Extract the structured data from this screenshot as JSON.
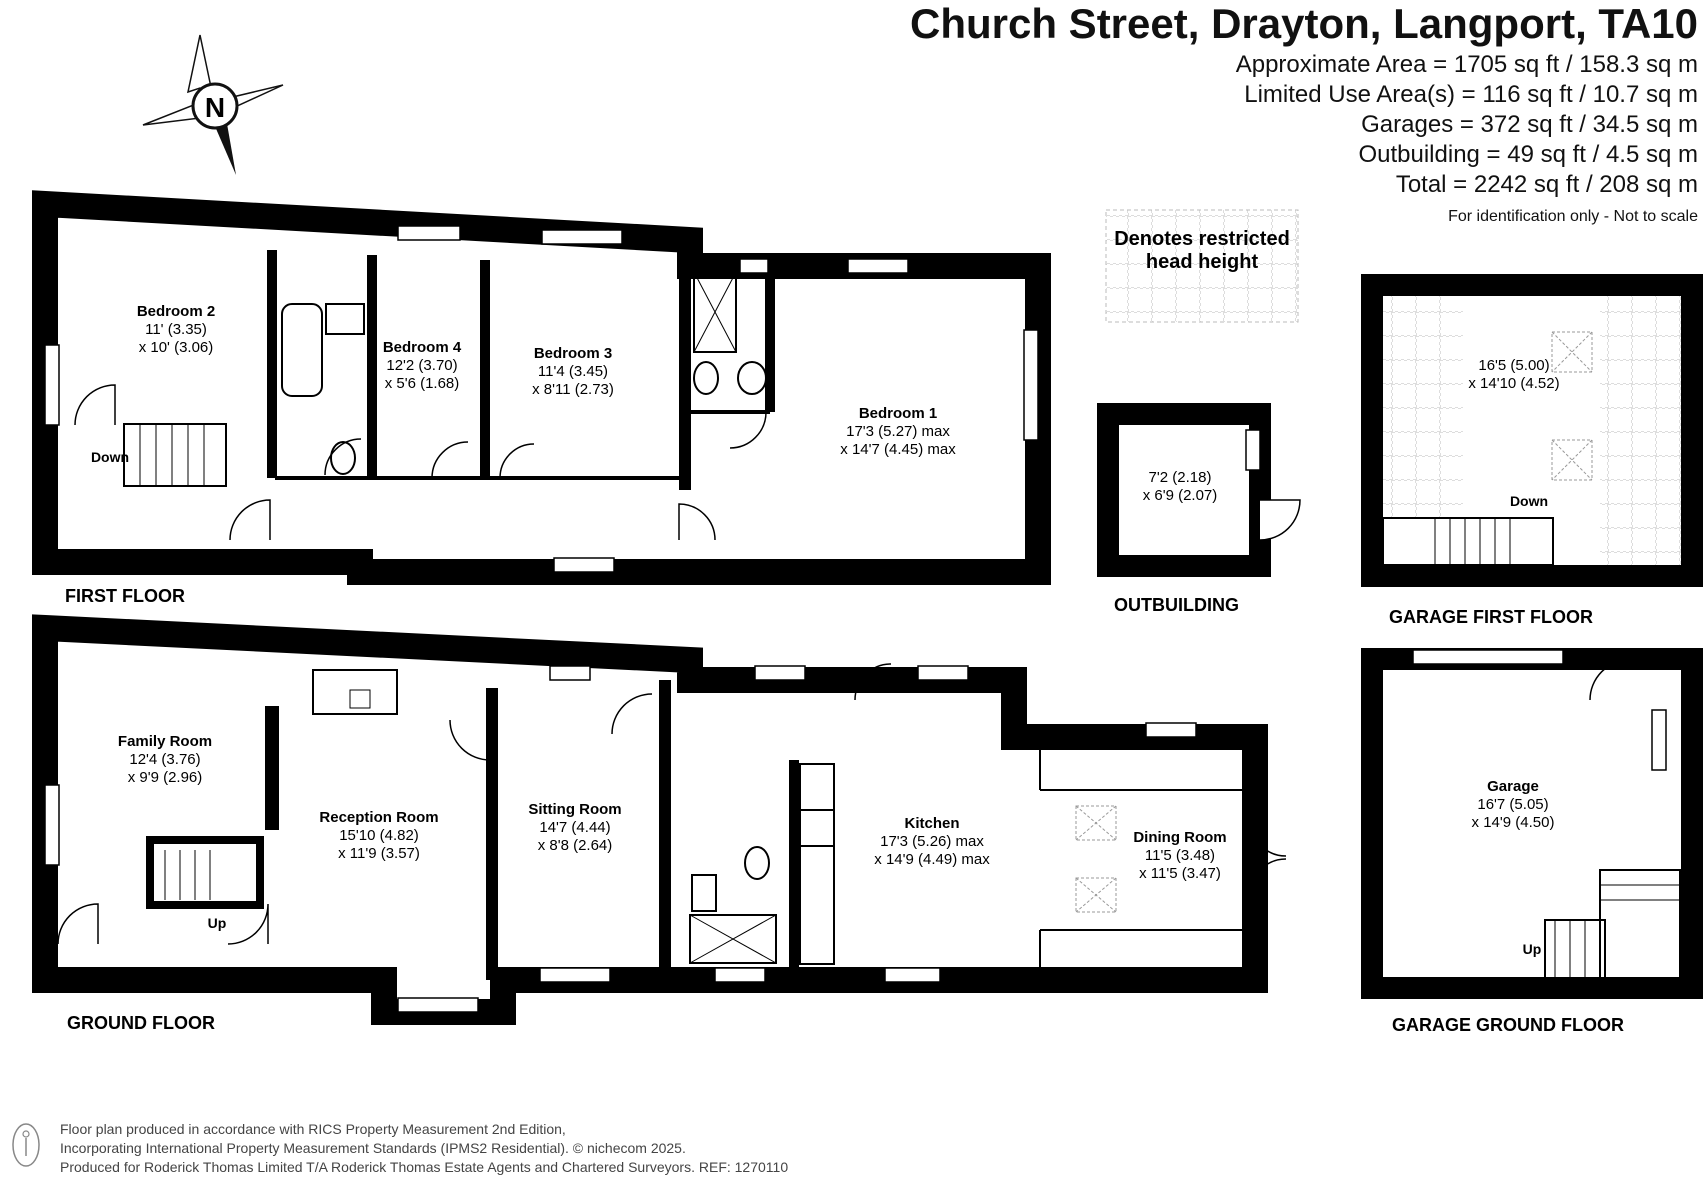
{
  "header": {
    "title": "Church Street, Drayton, Langport, TA10",
    "areas": [
      "Approximate Area = 1705 sq ft / 158.3 sq m",
      "Limited Use Area(s) = 116 sq ft / 10.7 sq m",
      "Garages = 372 sq ft / 34.5 sq m",
      "Outbuilding = 49 sq ft / 4.5 sq m",
      "Total = 2242 sq ft / 208 sq m"
    ],
    "disclaimer": "For identification only - Not to scale"
  },
  "compass": {
    "label": "N",
    "icon": "compass-rose-icon"
  },
  "legend": {
    "line1": "Denotes restricted",
    "line2": "head height"
  },
  "floors": {
    "first_floor": "FIRST FLOOR",
    "ground_floor": "GROUND FLOOR",
    "outbuilding": "OUTBUILDING",
    "garage_first_floor": "GARAGE FIRST FLOOR",
    "garage_ground_floor": "GARAGE GROUND FLOOR"
  },
  "rooms": {
    "bedroom2": {
      "name": "Bedroom 2",
      "dim1": "11' (3.35)",
      "dim2": "x 10' (3.06)"
    },
    "bedroom4": {
      "name": "Bedroom 4",
      "dim1": "12'2 (3.70)",
      "dim2": "x 5'6 (1.68)"
    },
    "bedroom3": {
      "name": "Bedroom 3",
      "dim1": "11'4 (3.45)",
      "dim2": "x 8'11 (2.73)"
    },
    "bedroom1": {
      "name": "Bedroom 1",
      "dim1": "17'3 (5.27) max",
      "dim2": "x 14'7 (4.45) max"
    },
    "outbuilding": {
      "dim1": "7'2 (2.18)",
      "dim2": "x 6'9 (2.07)"
    },
    "garage_upper": {
      "dim1": "16'5 (5.00)",
      "dim2": "x 14'10 (4.52)"
    },
    "family": {
      "name": "Family Room",
      "dim1": "12'4 (3.76)",
      "dim2": "x 9'9 (2.96)"
    },
    "reception": {
      "name": "Reception Room",
      "dim1": "15'10 (4.82)",
      "dim2": "x 11'9 (3.57)"
    },
    "sitting": {
      "name": "Sitting Room",
      "dim1": "14'7 (4.44)",
      "dim2": "x 8'8 (2.64)"
    },
    "kitchen": {
      "name": "Kitchen",
      "dim1": "17'3 (5.26) max",
      "dim2": "x 14'9 (4.49) max"
    },
    "dining": {
      "name": "Dining Room",
      "dim1": "11'5 (3.48)",
      "dim2": "x 11'5 (3.47)"
    },
    "garage": {
      "name": "Garage",
      "dim1": "16'7 (5.05)",
      "dim2": "x 14'9 (4.50)"
    }
  },
  "stairs": {
    "first_down": "Down",
    "garage_down": "Down",
    "ground_up": "Up",
    "garage_up": "Up"
  },
  "footer": {
    "line1": "Floor plan produced in accordance with RICS Property Measurement 2nd Edition,",
    "line2": "Incorporating International Property Measurement Standards (IPMS2 Residential).   © nichecom 2025.",
    "line3": "Produced for Roderick Thomas Limited T/A Roderick Thomas Estate Agents and Chartered Surveyors.   REF: 1270110"
  }
}
